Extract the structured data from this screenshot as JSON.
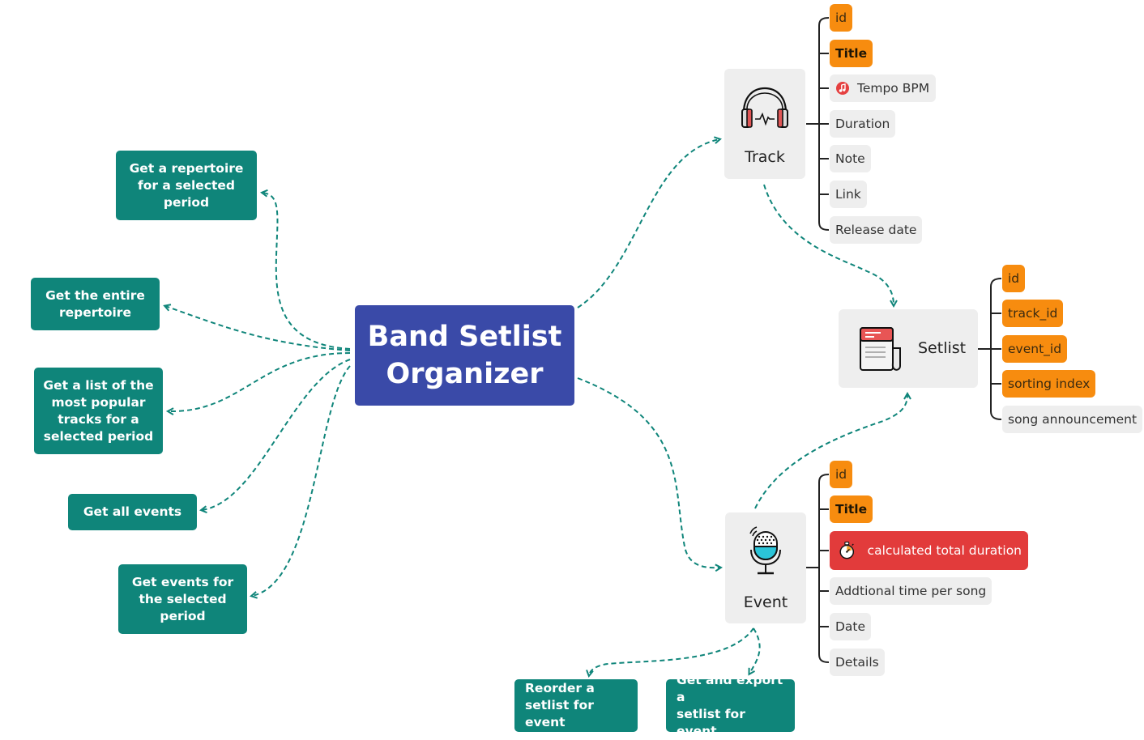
{
  "central": {
    "label": "Band Setlist\nOrganizer"
  },
  "entities": {
    "track": {
      "label": "Track",
      "icon": "headphones-icon",
      "fields": [
        {
          "label": "id",
          "style": "key"
        },
        {
          "label": "Title",
          "style": "key-bold"
        },
        {
          "label": "Tempo BPM",
          "style": "plain",
          "icon": "music-note-icon"
        },
        {
          "label": "Duration",
          "style": "plain"
        },
        {
          "label": "Note",
          "style": "plain"
        },
        {
          "label": "Link",
          "style": "plain"
        },
        {
          "label": "Release date",
          "style": "plain"
        }
      ]
    },
    "setlist": {
      "label": "Setlist",
      "icon": "document-icon",
      "fields": [
        {
          "label": "id",
          "style": "key"
        },
        {
          "label": "track_id",
          "style": "key"
        },
        {
          "label": "event_id",
          "style": "key"
        },
        {
          "label": "sorting index",
          "style": "key"
        },
        {
          "label": "song announcement",
          "style": "plain"
        }
      ]
    },
    "event": {
      "label": "Event",
      "icon": "microphone-icon",
      "fields": [
        {
          "label": "id",
          "style": "key"
        },
        {
          "label": "Title",
          "style": "key-bold"
        },
        {
          "label": "calculated total duration",
          "style": "alert",
          "icon": "stopwatch-icon"
        },
        {
          "label": "Addtional time per song",
          "style": "plain"
        },
        {
          "label": "Date",
          "style": "plain"
        },
        {
          "label": "Details",
          "style": "plain"
        }
      ]
    }
  },
  "actions": [
    {
      "label": "Get a repertoire\nfor a selected\nperiod"
    },
    {
      "label": "Get the entire\nrepertoire"
    },
    {
      "label": "Get a list of the\nmost popular\ntracks for a\nselected period"
    },
    {
      "label": "Get all events"
    },
    {
      "label": "Get events for\nthe selected\nperiod"
    },
    {
      "label": "Reorder a\nsetlist for event"
    },
    {
      "label": "Get and export a\nsetlist for event"
    }
  ],
  "colors": {
    "central": "#3a4aa8",
    "action": "#0f857a",
    "connector": "#0f857a",
    "key_field": "#f78c0f",
    "alert_field": "#e23b3b",
    "entity_bg": "#eeeeee",
    "field_bg": "#eeeeee"
  }
}
